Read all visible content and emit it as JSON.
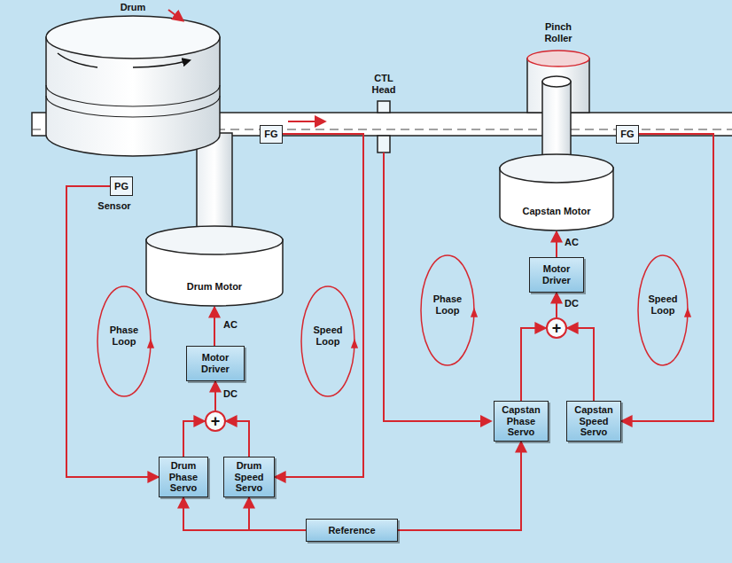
{
  "diagram": {
    "nodes": [
      {
        "text": [
          "PG"
        ]
      },
      {
        "text": [
          "FG"
        ]
      },
      {
        "text": [
          "Capstan Motor"
        ]
      },
      {
        "text": [
          "FG"
        ]
      },
      {
        "text": [
          "Drum Motor"
        ]
      },
      {
        "text": [
          "Motor Driver"
        ]
      },
      {
        "text": [
          "Motor Driver"
        ]
      },
      {
        "text": [
          "+"
        ]
      },
      {
        "text": [
          "Capstan Phase Servo"
        ]
      },
      {
        "text": [
          "Capstan Speed Servo"
        ]
      },
      {
        "text": [
          "+"
        ]
      },
      {
        "text": [
          "Drum Phase Servo"
        ]
      },
      {
        "text": [
          "Drum Speed Servo"
        ]
      },
      {
        "text": [
          "Reference"
        ]
      }
    ],
    "edges": [
      {
        "from": 0,
        "to": 11,
        "arrow": "to"
      },
      {
        "from": 1,
        "to": 12,
        "arrow": "to"
      },
      {
        "from": 13,
        "to": 11,
        "arrow": "to"
      },
      {
        "from": 13,
        "to": 12,
        "arrow": "to"
      },
      {
        "from": 13,
        "to": 8,
        "arrow": "to"
      },
      {
        "from": 11,
        "to": 10,
        "arrow": "to"
      },
      {
        "from": 12,
        "to": 10,
        "arrow": "to"
      },
      {
        "from": 10,
        "to": 6,
        "label": "DC",
        "arrow": "to"
      },
      {
        "from": 6,
        "to": 4,
        "label": "AC",
        "arrow": "to"
      },
      {
        "from": 3,
        "to": 9,
        "arrow": "to"
      },
      {
        "from": 8,
        "to": 7,
        "arrow": "to"
      },
      {
        "from": 9,
        "to": 7,
        "arrow": "to"
      },
      {
        "from": 7,
        "to": 5,
        "label": "DC",
        "arrow": "to"
      },
      {
        "from": 5,
        "to": 2,
        "label": "AC",
        "arrow": "to"
      }
    ],
    "labels": [
      "Drum",
      "Sensor",
      "CTL Head",
      "Pinch Roller",
      "Phase Loop",
      "Speed Loop",
      "Phase Loop",
      "Speed Loop"
    ]
  }
}
